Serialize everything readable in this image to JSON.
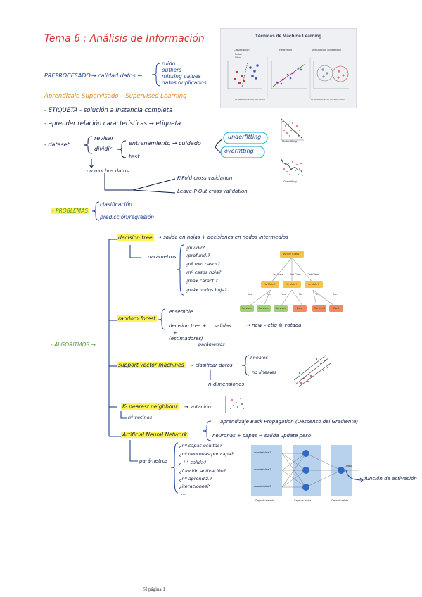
{
  "title": "Tema 6 : Análisis de Información",
  "preprocesado": {
    "label": "PREPROCESADO",
    "arrow_text": "→ calidad datos →",
    "items": [
      "ruido",
      "outliers",
      "missing values",
      "datos duplicados"
    ]
  },
  "supervised": {
    "heading": "Aprendizaje Supervisado – Supervised Learning",
    "etiqueta": "- ETIQUETA - solución a instancia completa",
    "relacion": "- aprender relación características → etiqueta",
    "dataset": "- dataset",
    "revisar": "revisar",
    "dividir": "dividir",
    "entrenamiento": "entrenamiento → cuidado",
    "test": "test",
    "underfitting": "underfitting",
    "overfitting": "overfitting",
    "no_muchos": "no muchos datos",
    "kfold": "K-Fold cross validation",
    "leave": "Leave-P-Out cross validation",
    "fig_under": "Underfitting",
    "fig_over": "Overfitting"
  },
  "problemas": {
    "label": "- PROBLEMAS",
    "items": [
      "clasificación",
      "predicción/regresión"
    ]
  },
  "algoritmos": {
    "label": "- ALGORITMOS →",
    "decision_tree": {
      "name": "decision tree",
      "desc": "→ salida en hojas + decisiones en nodos intermedios",
      "parametros": "parámetros",
      "params": [
        "¿dividir?",
        "¿profund.?",
        "¿nº min casos?",
        "¿nº casos hoja?",
        "¿máx caract.?",
        "¿máx nodos hoja?"
      ]
    },
    "random_forest": {
      "name": "random forest",
      "ensemble": "ensemble",
      "combo": "decision tree + ... salidas",
      "estimadores": "(estimadores)",
      "plus": "+",
      "parametros": "parámetros",
      "new": "→ new – etiq ⊕ votada"
    },
    "svm": {
      "name": "support vector machines",
      "desc": "– clasificar datos",
      "lineales": "lineales",
      "no_lineales": "no lineales",
      "dimensiones": "n-dimensiones"
    },
    "knn": {
      "name": "K- nearest neighbour",
      "desc": "→ votación",
      "vecinos": "nº vecinos"
    },
    "ann": {
      "name": "Artificial Neural Network",
      "backprop": "aprendizaje Back Propagation (Descenso del Gradiente)",
      "neuronas": "neuronas + capas → salida update peso",
      "parametros": "parámetros",
      "params": [
        "¿nº capas ocultas?",
        "¿nº neuronas por capa?",
        "¿ \"     \"  salida?",
        "¿función activación?",
        "¿nº aprendiz.?",
        "¿iteraciones?",
        "..."
      ],
      "funcion": "función de activación"
    }
  },
  "ml_figure": {
    "title": "Técnicas de Machine Learning",
    "headers": [
      "Clasificación",
      "Regresión",
      "Agrupación (clustering)"
    ],
    "legend": [
      "Bolitas",
      "Niños"
    ],
    "footers": [
      "APRENDIZAJE SUPERVISADO",
      "APRENDIZAJE NO SUPERVISADO"
    ]
  },
  "tree_figure": {
    "root": "Whole Class?",
    "branches": [
      "1st Class",
      "2nd Class",
      "3rd Class"
    ],
    "mid": [
      "Is Male?",
      "Is Male?",
      "Is Male?"
    ],
    "yesno": [
      "Yes",
      "No",
      "Yes",
      "No",
      "Yes",
      "No"
    ],
    "leaves": [
      "Survived",
      "Survived",
      "Survived",
      "Died",
      "Survived",
      "Died"
    ],
    "colors": {
      "root": "#f6c34b",
      "mid": "#f6c34b",
      "survived": "#9fd07a",
      "died": "#f08a62"
    }
  },
  "nn_figure": {
    "inputs": [
      "característica 1",
      "característica 2",
      "característica 3"
    ],
    "output": "Output",
    "layers": [
      "Capa de entrada",
      "Capa de oculta",
      "Capa de salida"
    ]
  },
  "footer": "SI página 1"
}
